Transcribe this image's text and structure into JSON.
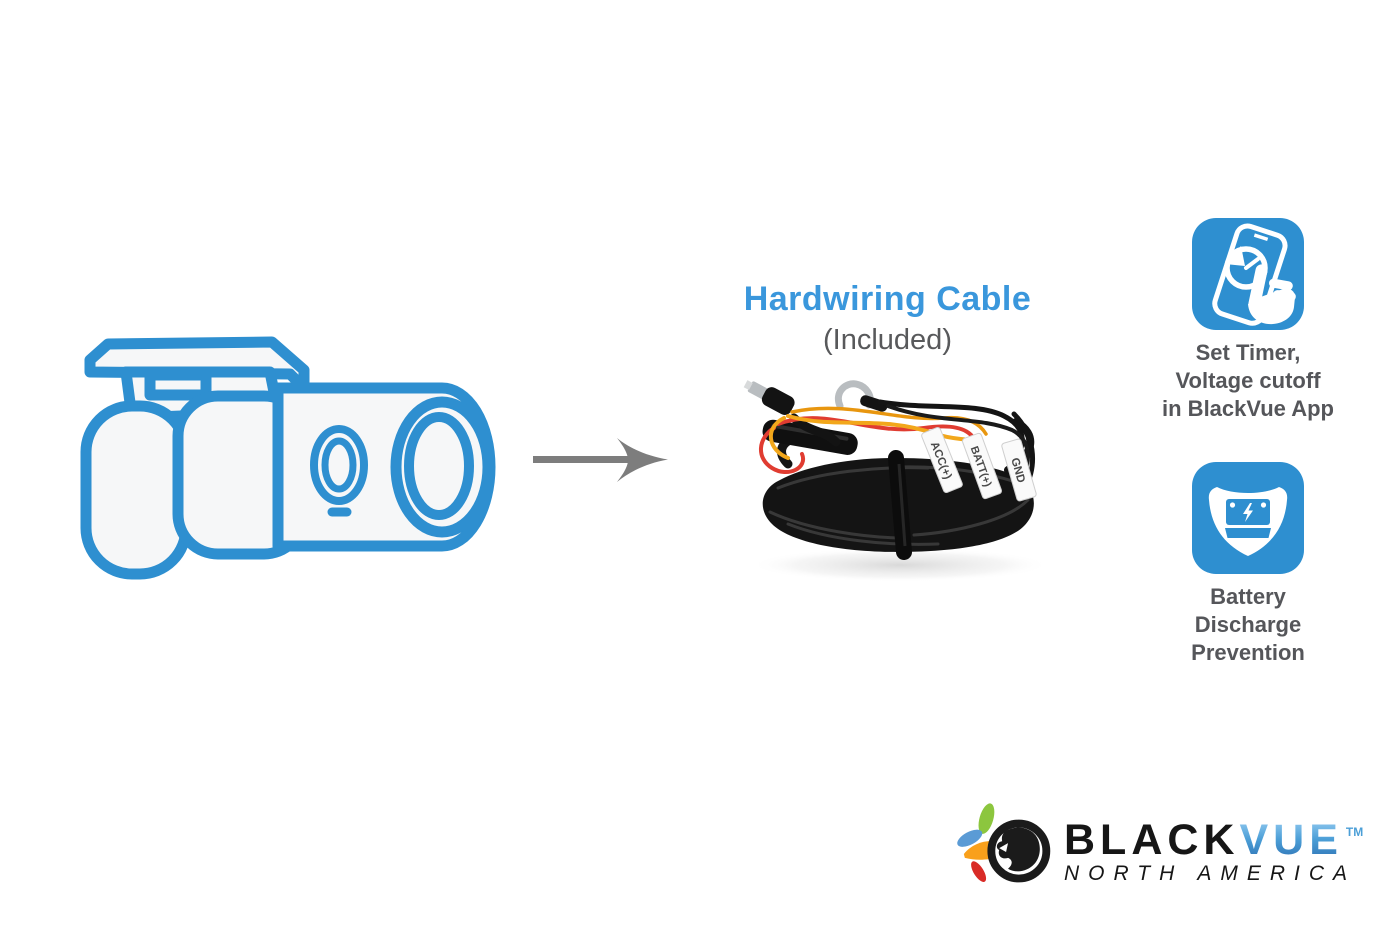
{
  "colors": {
    "accent_blue": "#2E8FD0",
    "title_blue": "#3A97DC",
    "text_gray": "#58595B",
    "arrow_gray": "#7D7D7D",
    "logo_blue": "#4C9FD7",
    "wire_red": "#E03C31",
    "wire_yellow": "#F2A71B"
  },
  "icons": {
    "dashcam": "dashcam-illustration",
    "arrow": "right-arrow-icon",
    "feature1": "phone-timer-icon",
    "feature2": "battery-shield-icon",
    "logo": "eagle-emblem-icon"
  },
  "cable_section": {
    "title": "Hardwiring Cable",
    "subtitle": "(Included)",
    "tags": [
      "ACC(+)",
      "BATT(+)",
      "GND"
    ]
  },
  "features": [
    {
      "icon": "phone-timer-icon",
      "lines": [
        "Set Timer,",
        "Voltage cutoff",
        "in BlackVue App"
      ]
    },
    {
      "icon": "battery-shield-icon",
      "lines": [
        "Battery",
        "Discharge",
        "Prevention"
      ]
    }
  ],
  "logo": {
    "brand_prefix": "BLACK",
    "brand_suffix": "VUE",
    "trademark": "TM",
    "region": "NORTH AMERICA"
  }
}
